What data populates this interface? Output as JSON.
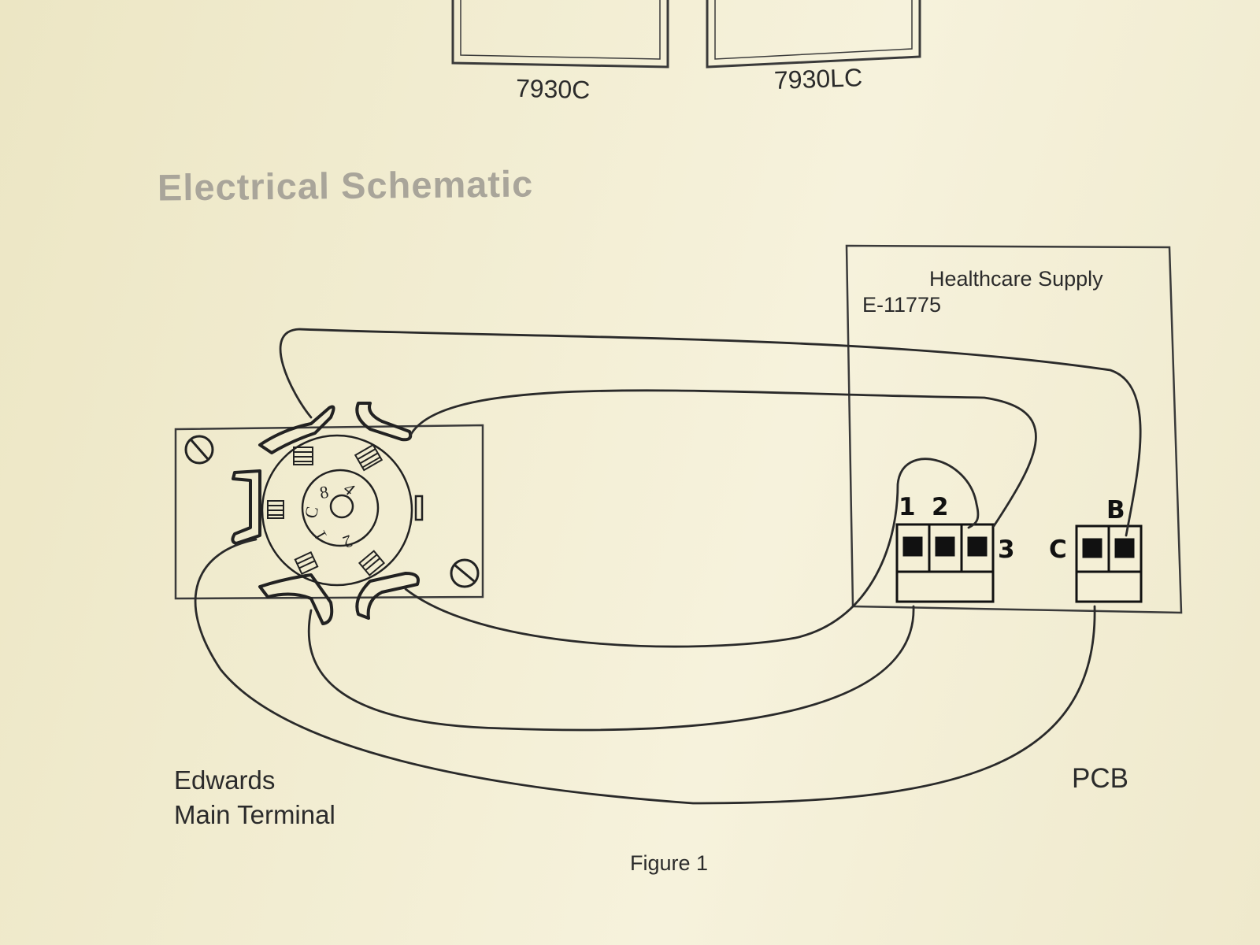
{
  "models": [
    "7930C",
    "7930LC"
  ],
  "heading": "Electrical Schematic",
  "supply": {
    "name": "Healthcare Supply",
    "part_number": "E-11775"
  },
  "pcb": {
    "label": "PCB",
    "terminals_left": [
      "1",
      "2",
      "3"
    ],
    "terminals_right": [
      "C",
      "B"
    ]
  },
  "main_terminal": {
    "line1": "Edwards",
    "line2": "Main Terminal",
    "socket_numbers": [
      "8",
      "C",
      "1",
      "2",
      "4"
    ]
  },
  "caption": "Figure 1",
  "colors": {
    "paper": "#f2edd2",
    "ink": "#2b2b2b",
    "heading": "#a9a59a"
  }
}
